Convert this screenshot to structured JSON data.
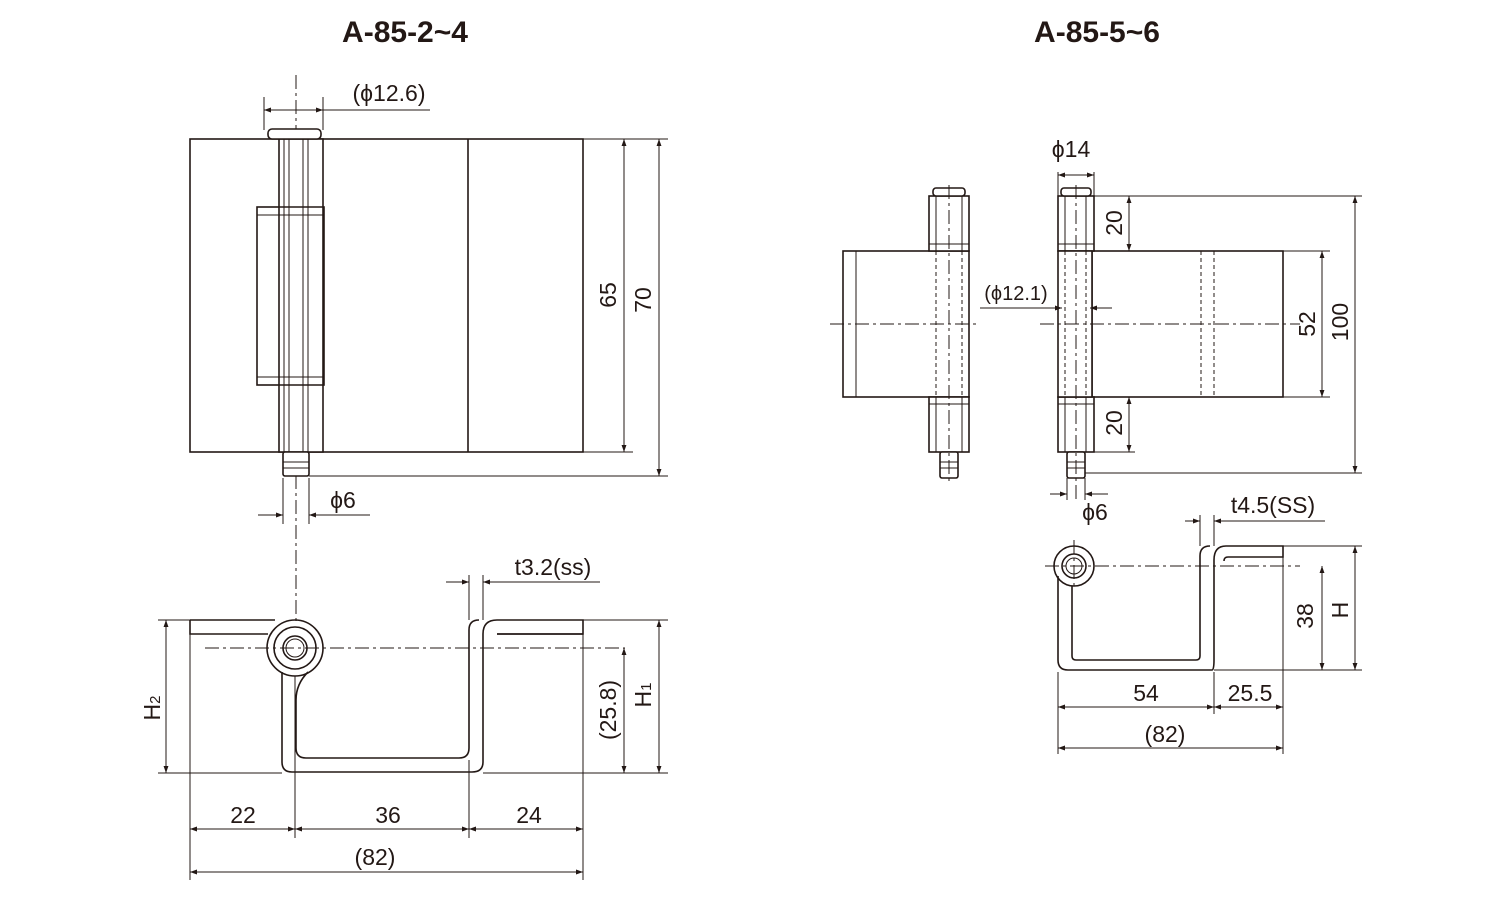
{
  "titles": {
    "left": "A-85-2~4",
    "right": "A-85-5~6"
  },
  "left_front": {
    "pin_head_dia": "(ϕ12.6)",
    "height_leaf": "65",
    "height_total": "70",
    "pin_dia": "ϕ6"
  },
  "left_side": {
    "thickness": "t3.2(ss)",
    "h2_main": "H",
    "h2_sub": "2",
    "h1_main": "H",
    "h1_sub": "1",
    "height_ref": "(25.8)",
    "width_a": "22",
    "width_b": "36",
    "width_c": "24",
    "width_total": "(82)"
  },
  "right_front": {
    "knuckle_dia": "ϕ14",
    "knuckle_len_top": "20",
    "knuckle_len_bottom": "20",
    "pin_head_dia": "(ϕ12.1)",
    "height_leaf": "52",
    "height_total": "100",
    "pin_dia": "ϕ6"
  },
  "right_side": {
    "thickness": "t4.5(SS)",
    "height_38": "38",
    "height_h": "H",
    "width_a": "54",
    "width_b": "25.5",
    "width_total": "(82)"
  }
}
